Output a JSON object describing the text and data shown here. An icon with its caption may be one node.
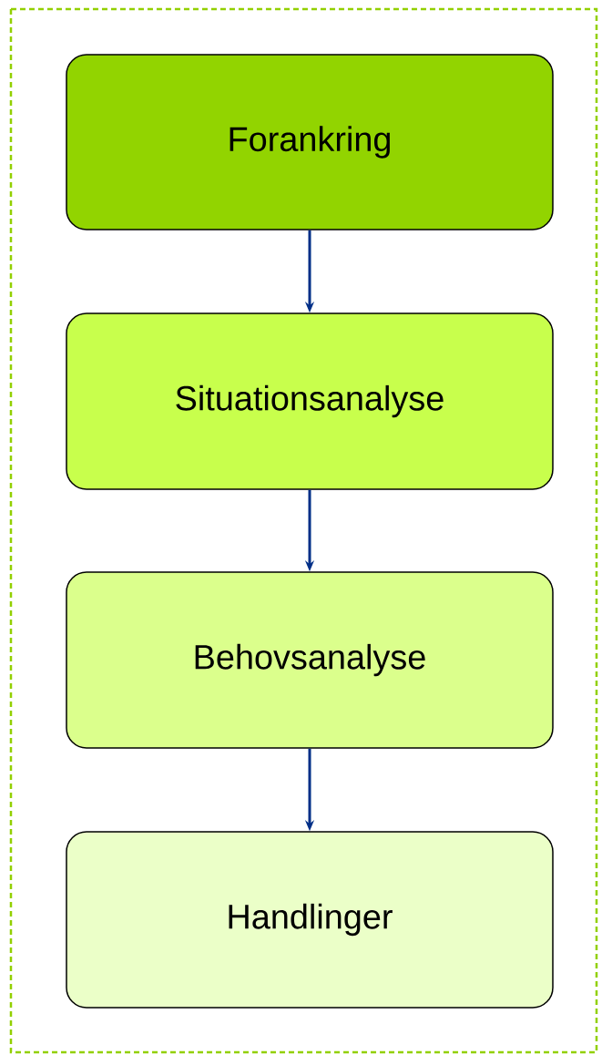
{
  "diagram": {
    "nodes": [
      {
        "text": [
          "Forankring"
        ]
      },
      {
        "text": [
          "Situationsanalyse"
        ]
      },
      {
        "text": [
          "Behovsanalyse"
        ]
      },
      {
        "text": [
          "Handlinger"
        ]
      }
    ],
    "edges": [
      {
        "from": 0,
        "to": 1,
        "arrow": "to"
      },
      {
        "from": 1,
        "to": 2,
        "arrow": "to"
      },
      {
        "from": 2,
        "to": 3,
        "arrow": "to"
      }
    ]
  }
}
